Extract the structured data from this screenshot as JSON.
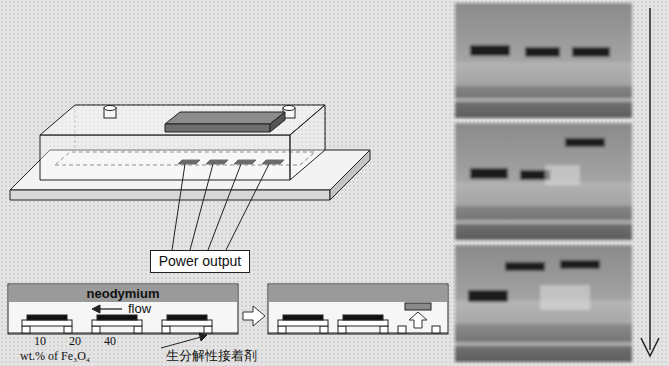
{
  "diagram": {
    "nodes": [
      {
        "text": [
          "Power output"
        ]
      },
      {
        "text": [
          "neodymium"
        ]
      }
    ],
    "labels": [
      "flow",
      "10",
      "20",
      "40",
      "wt.% of Fe₃O₄",
      "生分解性接着剤"
    ]
  }
}
